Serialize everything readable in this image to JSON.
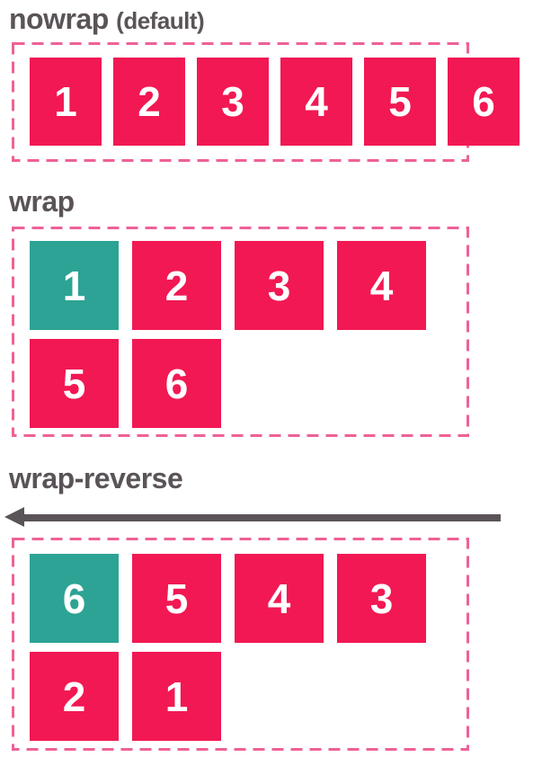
{
  "colors": {
    "pink": "#F21853",
    "teal": "#2CA394",
    "dash": "#EE6197",
    "title": "#5A5458",
    "arrow": "#5A5458",
    "number": "#FFFFFF",
    "background": "#FFFFFF"
  },
  "sections": [
    {
      "title": "nowrap",
      "suffix": "(default)",
      "rows": [
        [
          {
            "label": "1",
            "variant": "pink"
          },
          {
            "label": "2",
            "variant": "pink"
          },
          {
            "label": "3",
            "variant": "pink"
          },
          {
            "label": "4",
            "variant": "pink"
          },
          {
            "label": "5",
            "variant": "pink"
          },
          {
            "label": "6",
            "variant": "pink"
          }
        ]
      ]
    },
    {
      "title": "wrap",
      "rows": [
        [
          {
            "label": "1",
            "variant": "teal"
          },
          {
            "label": "2",
            "variant": "pink"
          },
          {
            "label": "3",
            "variant": "pink"
          },
          {
            "label": "4",
            "variant": "pink"
          }
        ],
        [
          {
            "label": "5",
            "variant": "pink"
          },
          {
            "label": "6",
            "variant": "pink"
          }
        ]
      ]
    },
    {
      "title": "wrap-reverse",
      "has_arrow": true,
      "arrow_direction": "left",
      "rows": [
        [
          {
            "label": "6",
            "variant": "teal"
          },
          {
            "label": "5",
            "variant": "pink"
          },
          {
            "label": "4",
            "variant": "pink"
          },
          {
            "label": "3",
            "variant": "pink"
          }
        ],
        [
          {
            "label": "2",
            "variant": "pink"
          },
          {
            "label": "1",
            "variant": "pink"
          }
        ]
      ]
    }
  ]
}
